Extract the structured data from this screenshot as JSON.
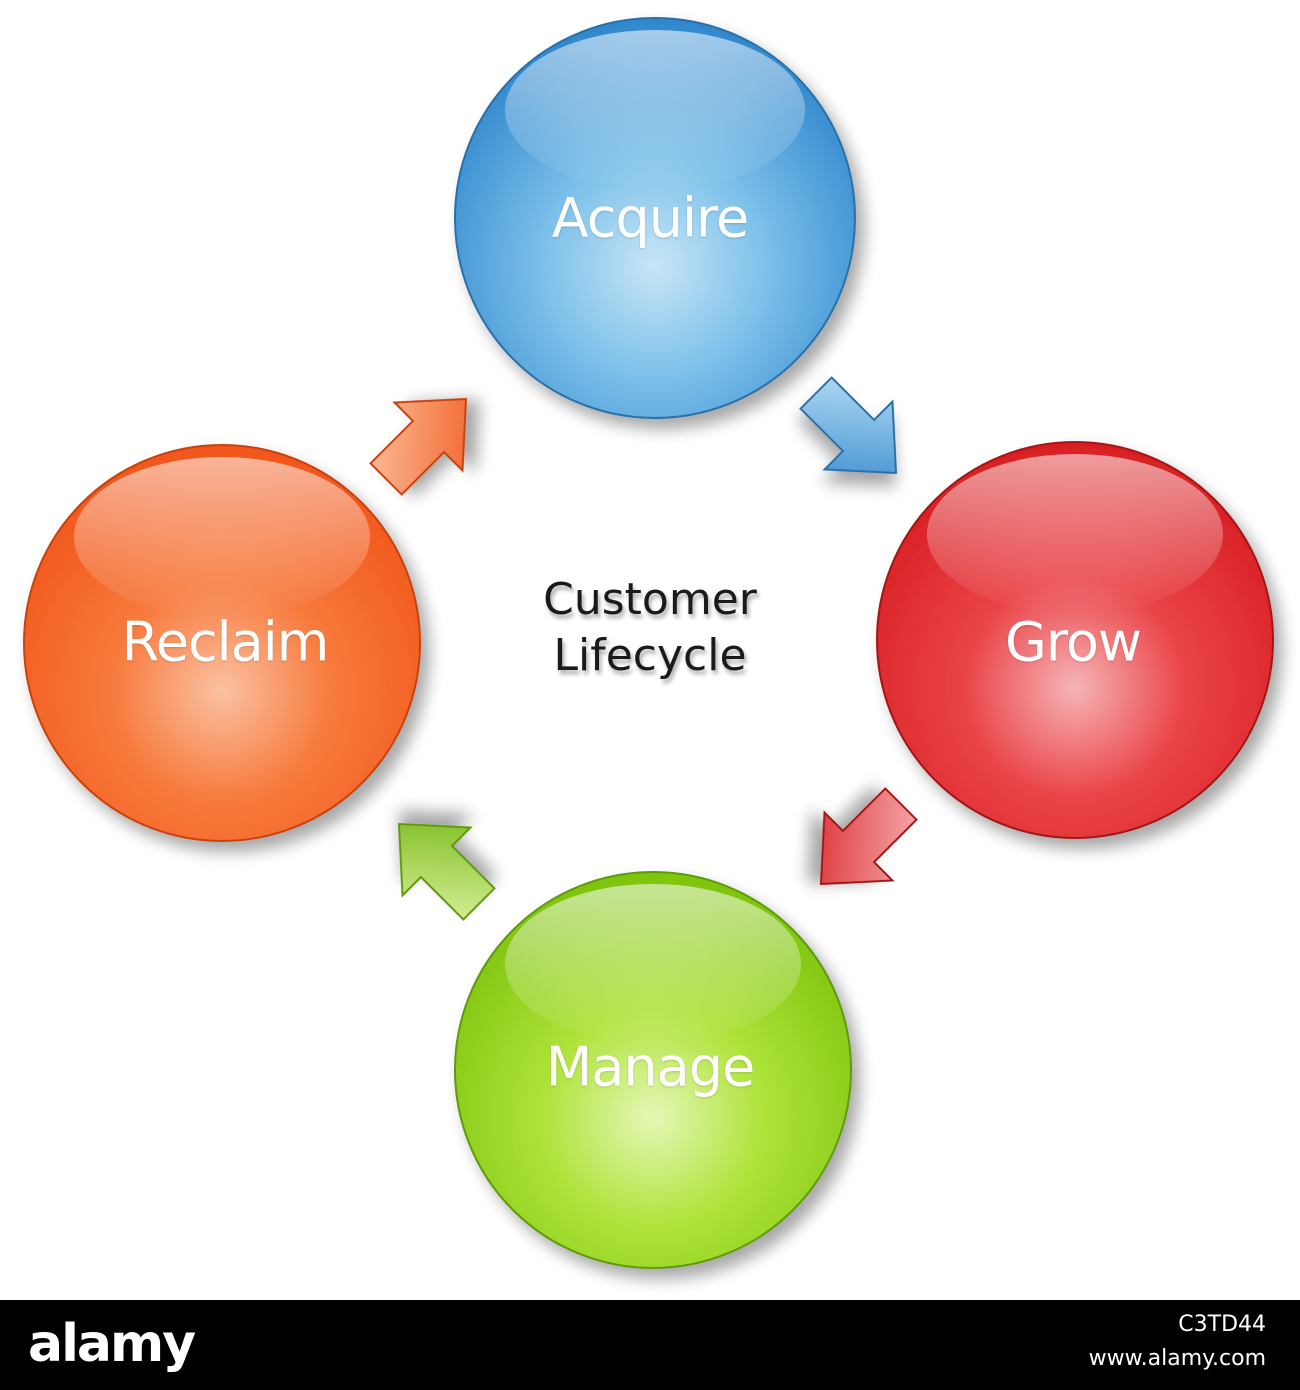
{
  "diagram": {
    "center_title": [
      "Customer",
      "Lifecycle"
    ],
    "stages": [
      {
        "id": "acquire",
        "label": "Acquire",
        "color": "#3f9ad8"
      },
      {
        "id": "grow",
        "label": "Grow",
        "color": "#e62a2e"
      },
      {
        "id": "manage",
        "label": "Manage",
        "color": "#8ed31a"
      },
      {
        "id": "reclaim",
        "label": "Reclaim",
        "color": "#f5621e"
      }
    ],
    "arrows": [
      {
        "from": "acquire",
        "to": "grow",
        "color": "#3f9ad8"
      },
      {
        "from": "grow",
        "to": "manage",
        "color": "#e62a2e"
      },
      {
        "from": "manage",
        "to": "reclaim",
        "color": "#8ed31a"
      },
      {
        "from": "reclaim",
        "to": "acquire",
        "color": "#f5621e"
      }
    ]
  },
  "footer": {
    "logo": "alamy",
    "image_id": "C3TD44",
    "url": "www.alamy.com"
  }
}
